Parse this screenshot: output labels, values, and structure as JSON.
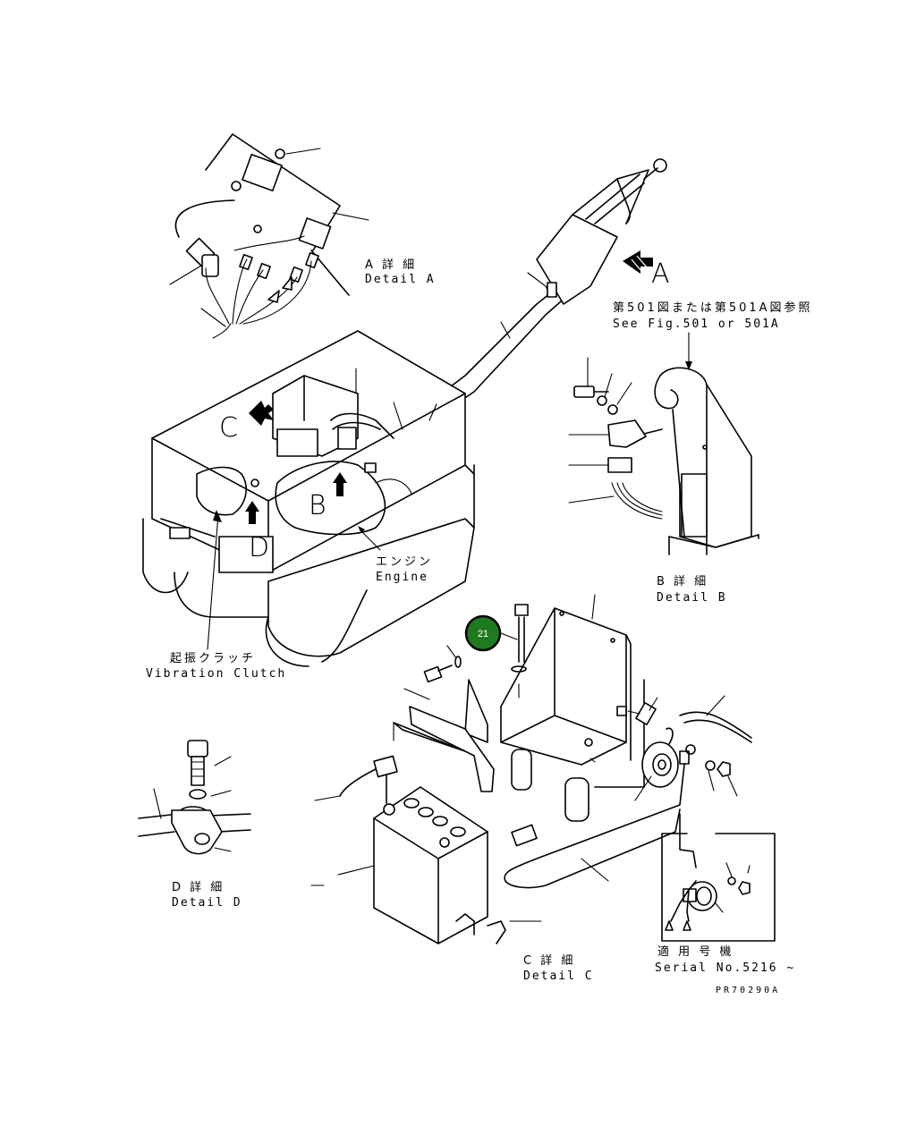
{
  "labels": {
    "detail_a_jp": "A 詳 細",
    "detail_a_en": "Detail A",
    "view_a": "A",
    "see_fig_jp": "第501図または第501A図参照",
    "see_fig_en": "See Fig.501 or 501A",
    "detail_b_jp": "B 詳 細",
    "detail_b_en": "Detail B",
    "view_b": "B",
    "view_c": "C",
    "view_d": "D",
    "engine_jp": "エンジン",
    "engine_en": "Engine",
    "vibration_jp": "起振クラッチ",
    "vibration_en": "Vibration Clutch",
    "detail_d_jp": "D 詳 細",
    "detail_d_en": "Detail D",
    "detail_c_jp": "C 詳 細",
    "detail_c_en": "Detail C",
    "serial_jp": "適 用 号 機",
    "serial_en": "Serial No.5216 ~",
    "drawing_code": "PR70290A"
  },
  "callouts": [
    {
      "number": "21",
      "color": "#1f7a1f"
    }
  ],
  "colors": {
    "line": "#000000",
    "background": "#ffffff",
    "callout_fill": "#1f7a1f"
  }
}
